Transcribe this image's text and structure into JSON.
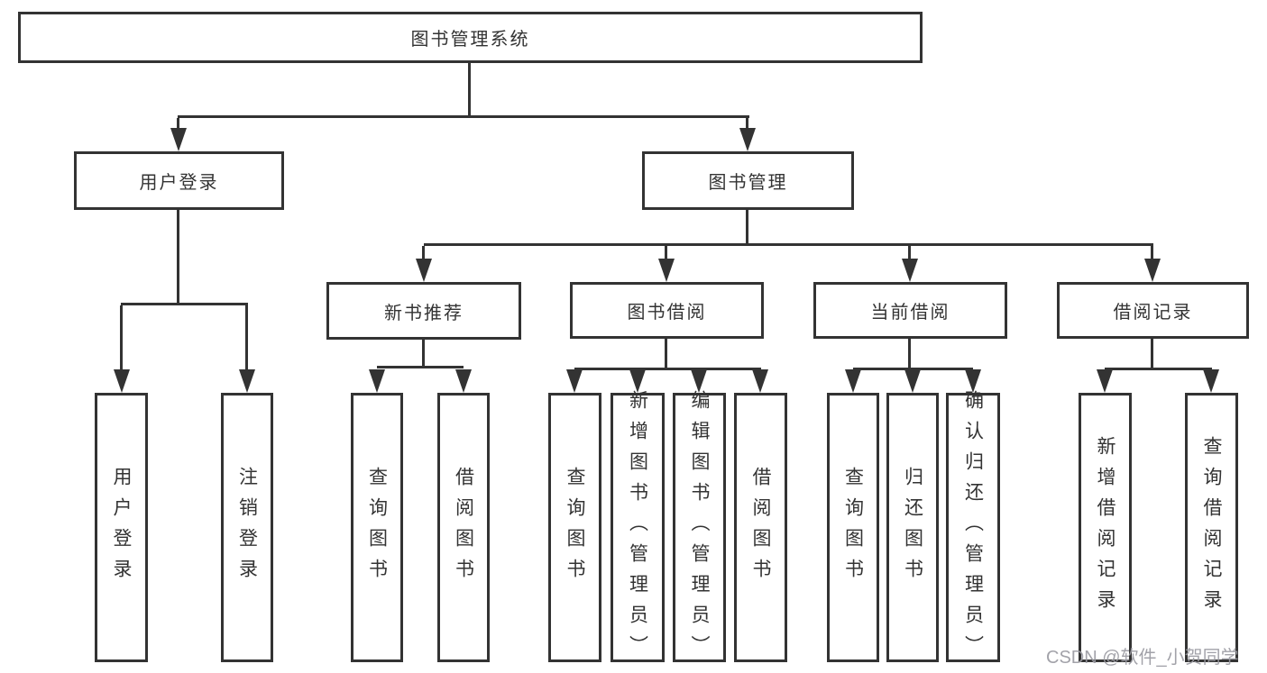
{
  "diagram": {
    "root": {
      "label": "图书管理系统"
    },
    "level2": {
      "user_login": {
        "label": "用户登录"
      },
      "book_mgmt": {
        "label": "图书管理"
      }
    },
    "level3": {
      "new_book": {
        "label": "新书推荐"
      },
      "book_borrow": {
        "label": "图书借阅"
      },
      "current_borrow": {
        "label": "当前借阅"
      },
      "borrow_records": {
        "label": "借阅记录"
      }
    },
    "leaves": {
      "user_login": [
        "用户登录",
        "注销登录"
      ],
      "new_book": [
        "查询图书",
        "借阅图书"
      ],
      "book_borrow": [
        "查询图书",
        "新增图书（管理员）",
        "编辑图书（管理员）",
        "借阅图书"
      ],
      "current_borrow": [
        "查询图书",
        "归还图书",
        "确认归还（管理员）"
      ],
      "borrow_records": [
        "新增借阅记录",
        "查询借阅记录"
      ]
    }
  },
  "watermark": {
    "text": "CSDN @软件_小贺同学"
  },
  "colors": {
    "line": "#333333",
    "text": "#333333",
    "watermark": "#9b9ba2",
    "background": "#ffffff"
  }
}
